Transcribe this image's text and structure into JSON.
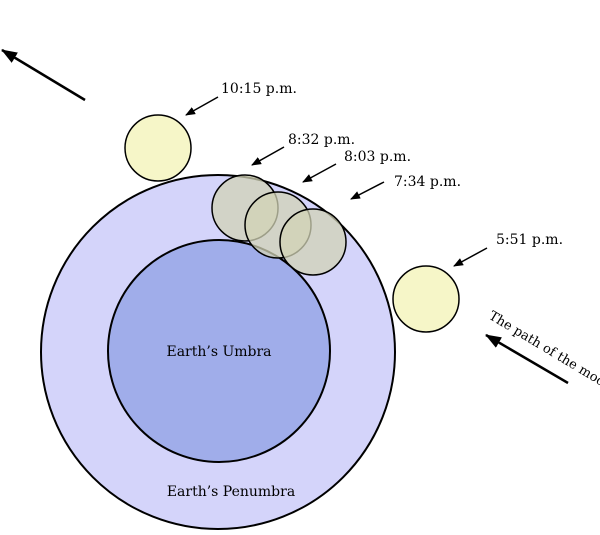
{
  "diagram": {
    "labels": {
      "umbra": "Earth’s Umbra",
      "penumbra": "Earth’s Penumbra",
      "moon_path": "The path of the moon"
    },
    "times": {
      "t1015": "10:15 p.m.",
      "t0832": "8:32 p.m.",
      "t0803": "8:03 p.m.",
      "t0734": "7:34 p.m.",
      "t0551": "5:51 p.m."
    },
    "colors": {
      "penumbra_fill": "#d4d4fa",
      "umbra_fill": "#a0adea",
      "moon_fill": "#f6f6c8",
      "moon_in_penumbra_fill": "#d2d3b5",
      "stroke": "#000000"
    }
  }
}
